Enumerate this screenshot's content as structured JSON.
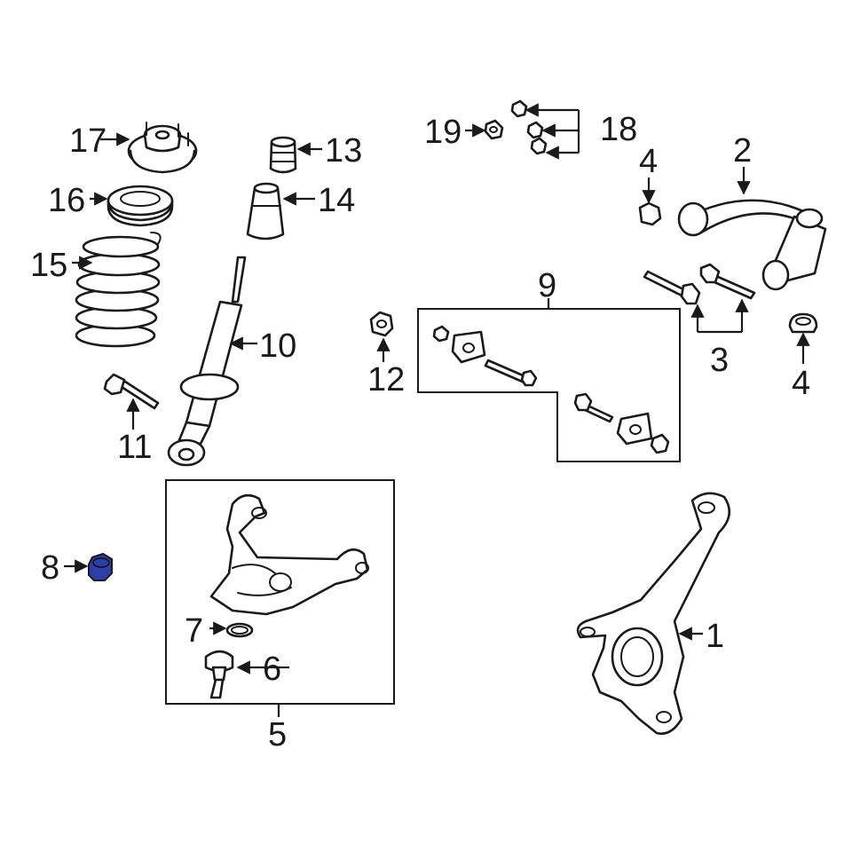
{
  "highlight_color": "#2d3ea8",
  "callouts": [
    {
      "id": "1",
      "text": "1"
    },
    {
      "id": "2",
      "text": "2"
    },
    {
      "id": "3",
      "text": "3"
    },
    {
      "id": "4a",
      "text": "4"
    },
    {
      "id": "4b",
      "text": "4"
    },
    {
      "id": "5",
      "text": "5"
    },
    {
      "id": "6",
      "text": "6"
    },
    {
      "id": "7",
      "text": "7"
    },
    {
      "id": "8",
      "text": "8"
    },
    {
      "id": "9",
      "text": "9"
    },
    {
      "id": "10",
      "text": "10"
    },
    {
      "id": "11",
      "text": "11"
    },
    {
      "id": "12",
      "text": "12"
    },
    {
      "id": "13",
      "text": "13"
    },
    {
      "id": "14",
      "text": "14"
    },
    {
      "id": "15",
      "text": "15"
    },
    {
      "id": "16",
      "text": "16"
    },
    {
      "id": "17",
      "text": "17"
    },
    {
      "id": "18",
      "text": "18"
    },
    {
      "id": "19",
      "text": "19"
    }
  ]
}
